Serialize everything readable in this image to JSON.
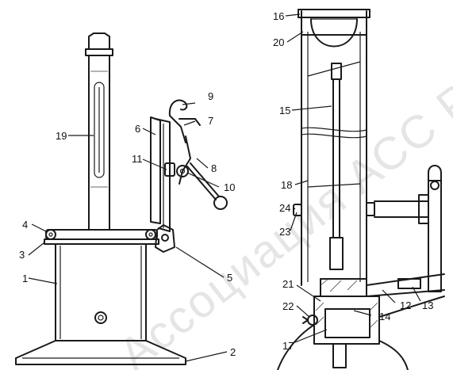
{
  "watermark": "Ассоциация АСС Рос",
  "callouts": {
    "n1": "1",
    "n2": "2",
    "n3": "3",
    "n4": "4",
    "n5": "5",
    "n6": "6",
    "n7": "7",
    "n8": "8",
    "n9": "9",
    "n10": "10",
    "n11": "11",
    "n12": "12",
    "n13": "13",
    "n14": "14",
    "n15": "15",
    "n16": "16",
    "n17": "17",
    "n18": "18",
    "n19": "19",
    "n20": "20",
    "n21": "21",
    "n22": "22",
    "n23": "23",
    "n24": "24"
  }
}
